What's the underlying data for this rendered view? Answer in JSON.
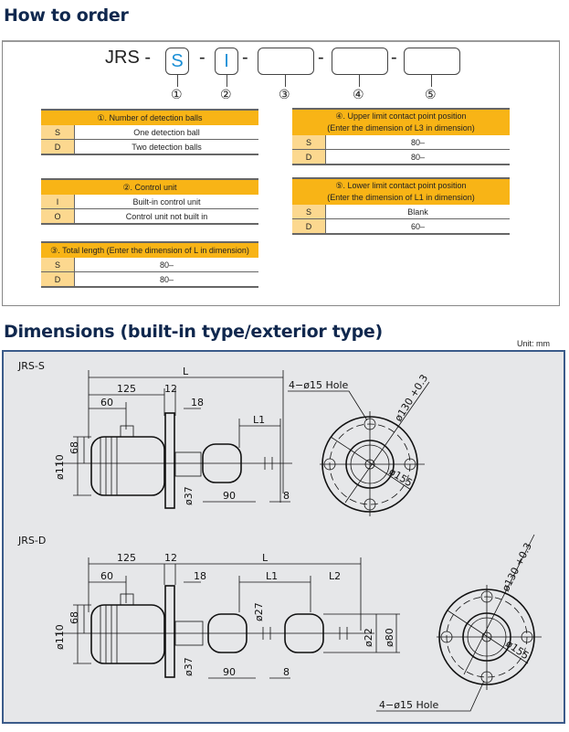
{
  "order": {
    "title": "How to order",
    "prefix": "JRS -",
    "slots": [
      "S",
      "I",
      "",
      "",
      ""
    ],
    "separators": [
      "-",
      "-",
      "-",
      "-"
    ],
    "numbers": [
      "①",
      "②",
      "③",
      "④",
      "⑤"
    ],
    "tables": [
      {
        "header": "①. Number of detection balls",
        "rows": [
          [
            "S",
            "One detection ball"
          ],
          [
            "D",
            "Two detection balls"
          ]
        ]
      },
      {
        "header": "②. Control unit",
        "rows": [
          [
            "I",
            "Built-in control unit"
          ],
          [
            "O",
            "Control unit not built in"
          ]
        ]
      },
      {
        "header": "③. Total length (Enter the dimension of L in dimension)",
        "rows": [
          [
            "S",
            "80–"
          ],
          [
            "D",
            "80–"
          ]
        ]
      },
      {
        "header": "④. Upper limit contact point position",
        "header2": "(Enter the dimension of L3 in dimension)",
        "rows": [
          [
            "S",
            "80–"
          ],
          [
            "D",
            "80–"
          ]
        ]
      },
      {
        "header": "⑤. Lower limit contact point position",
        "header2": "(Enter the dimension of L1 in dimension)",
        "rows": [
          [
            "S",
            "Blank"
          ],
          [
            "D",
            "60–"
          ]
        ]
      }
    ]
  },
  "dimensions": {
    "title": "Dimensions (built-in type/exterior type)",
    "unit": "Unit: mm",
    "jrs_s": {
      "label": "JRS-S",
      "L": "L",
      "d125": "125",
      "d12": "12",
      "d60": "60",
      "d18": "18",
      "L1": "L1",
      "d110": "ø110",
      "d68": "68",
      "d37": "ø37",
      "d90": "90",
      "d8": "8",
      "hole": "4−ø15  Hole",
      "pcd": "ø130 +0.3",
      "d155": "ø155"
    },
    "jrs_d": {
      "label": "JRS-D",
      "L": "L",
      "d125": "125",
      "d12": "12",
      "d60": "60",
      "d18": "18",
      "L1": "L1",
      "L2": "L2",
      "d27": "ø27",
      "d110": "ø110",
      "d68": "68",
      "d37": "ø37",
      "d90": "90",
      "d8": "8",
      "d22": "ø22",
      "d80": "ø80",
      "hole": "4−ø15 Hole",
      "pcd": "ø130 +0.3",
      "d155": "ø155"
    }
  },
  "colors": {
    "header": "#f8b416",
    "key": "#fcd88f",
    "slot_text": "#1a8fd6",
    "title": "#10284e",
    "panel": "#e6e7e9"
  }
}
